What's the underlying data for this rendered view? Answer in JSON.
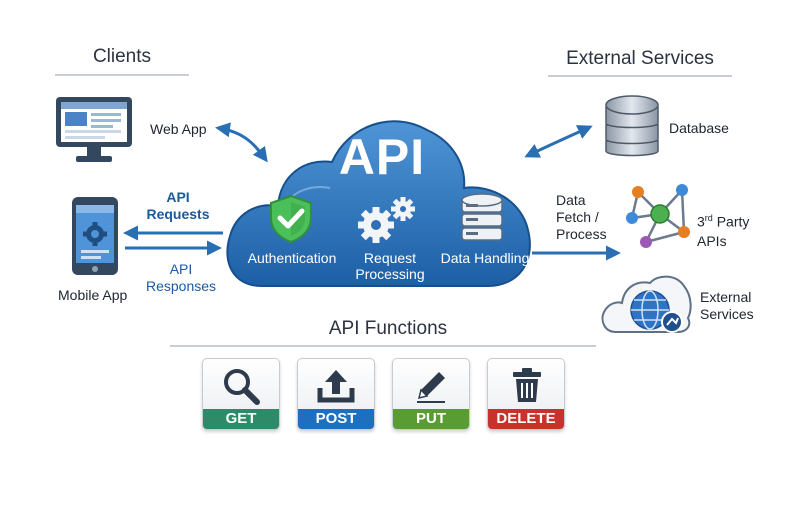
{
  "headings": {
    "clients": "Clients",
    "external_services": "External Services",
    "api_functions": "API Functions"
  },
  "clients": {
    "web_app": "Web App",
    "mobile_app": "Mobile App"
  },
  "flows": {
    "api_requests_1": "API",
    "api_requests_2": "Requests",
    "api_responses_1": "API",
    "api_responses_2": "Responses",
    "data_fetch_1": "Data",
    "data_fetch_2": "Fetch /",
    "data_fetch_3": "Process"
  },
  "cloud": {
    "title": "API",
    "authentication": "Authentication",
    "request_1": "Request",
    "request_2": "Processing",
    "data_handling": "Data Handling"
  },
  "services": {
    "database": "Database",
    "third_party_num": "3",
    "third_party_sup": "rd",
    "third_party_rest": " Party",
    "apis": "APIs",
    "external_1": "External",
    "external_2": "Services"
  },
  "functions": [
    {
      "label": "GET",
      "color": "#2e8b6a"
    },
    {
      "label": "POST",
      "color": "#1f6fc0"
    },
    {
      "label": "PUT",
      "color": "#5a9c34"
    },
    {
      "label": "DELETE",
      "color": "#c8322d"
    }
  ],
  "colors": {
    "cloud_dark": "#1d5fa6",
    "cloud_light": "#4f95d6",
    "arrow": "#2a6fb3"
  },
  "icons": {
    "web_app": "monitor-icon",
    "mobile_app": "smartphone-icon",
    "authentication": "shield-check-icon",
    "request_processing": "gears-icon",
    "data_handling": "database-icon",
    "database": "database-icon",
    "third_party": "network-icon",
    "external_services": "globe-cloud-icon",
    "get": "magnifier-icon",
    "post": "upload-icon",
    "put": "pencil-icon",
    "delete": "trash-icon"
  }
}
